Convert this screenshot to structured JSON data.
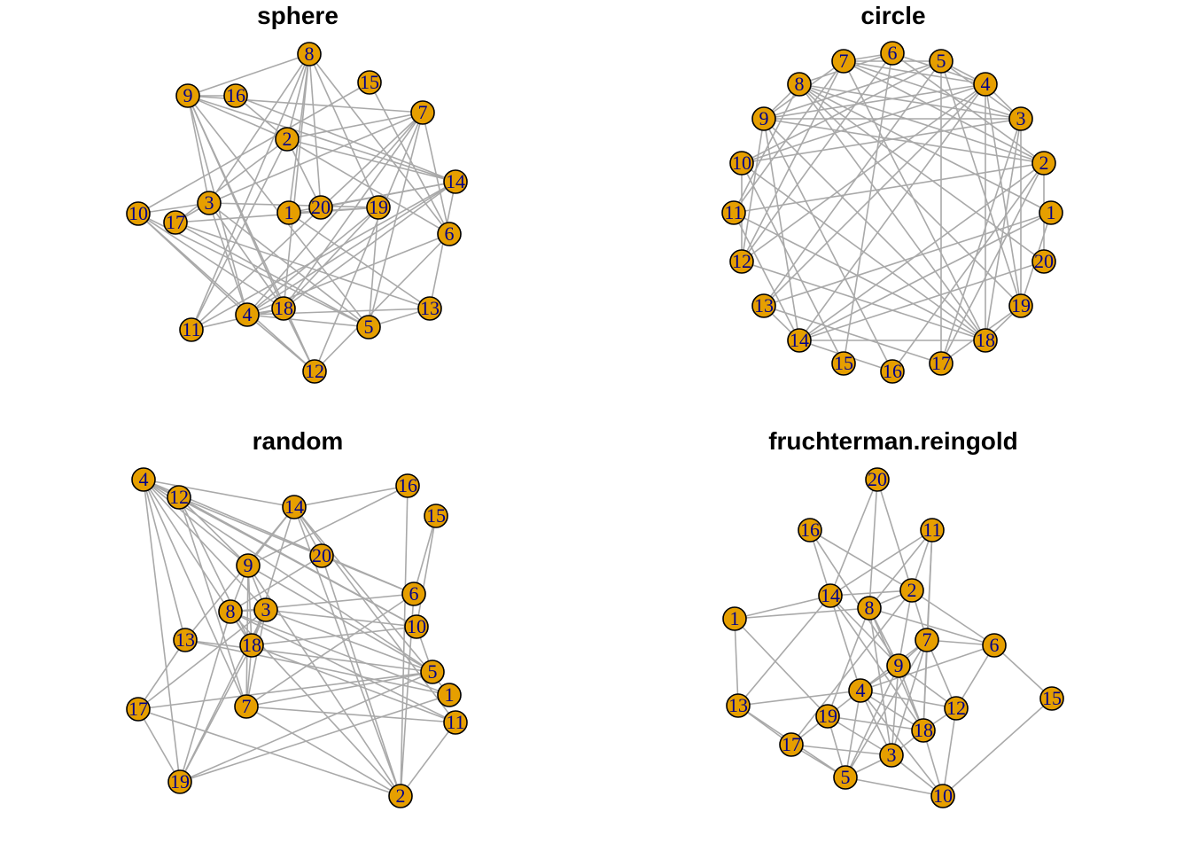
{
  "colors": {
    "node_fill": "#E69F00",
    "node_border": "#000000",
    "label": "#00008B",
    "edge": "#A9A9A9"
  },
  "nodes": [
    "1",
    "2",
    "3",
    "4",
    "5",
    "6",
    "7",
    "8",
    "9",
    "10",
    "11",
    "12",
    "13",
    "14",
    "15",
    "16",
    "17",
    "18",
    "19",
    "20"
  ],
  "edges": [
    [
      20,
      14
    ],
    [
      20,
      8
    ],
    [
      20,
      2
    ],
    [
      16,
      14
    ],
    [
      16,
      2
    ],
    [
      16,
      9
    ],
    [
      11,
      14
    ],
    [
      11,
      8
    ],
    [
      11,
      2
    ],
    [
      11,
      7
    ],
    [
      11,
      18
    ],
    [
      14,
      1
    ],
    [
      14,
      2
    ],
    [
      14,
      13
    ],
    [
      14,
      4
    ],
    [
      14,
      9
    ],
    [
      14,
      18
    ],
    [
      2,
      8
    ],
    [
      2,
      6
    ],
    [
      2,
      7
    ],
    [
      2,
      9
    ],
    [
      2,
      17
    ],
    [
      1,
      8
    ],
    [
      1,
      13
    ],
    [
      1,
      19
    ],
    [
      8,
      6
    ],
    [
      8,
      9
    ],
    [
      8,
      18
    ],
    [
      8,
      3
    ],
    [
      8,
      19
    ],
    [
      7,
      6
    ],
    [
      7,
      9
    ],
    [
      7,
      4
    ],
    [
      7,
      12
    ],
    [
      7,
      18
    ],
    [
      7,
      3
    ],
    [
      7,
      5
    ],
    [
      6,
      4
    ],
    [
      6,
      12
    ],
    [
      6,
      15
    ],
    [
      9,
      4
    ],
    [
      9,
      5
    ],
    [
      9,
      3
    ],
    [
      9,
      18
    ],
    [
      9,
      12
    ],
    [
      4,
      13
    ],
    [
      4,
      19
    ],
    [
      4,
      12
    ],
    [
      4,
      18
    ],
    [
      4,
      5
    ],
    [
      4,
      3
    ],
    [
      4,
      10
    ],
    [
      13,
      17
    ],
    [
      13,
      5
    ],
    [
      19,
      17
    ],
    [
      19,
      18
    ],
    [
      19,
      5
    ],
    [
      19,
      3
    ],
    [
      17,
      3
    ],
    [
      17,
      5
    ],
    [
      5,
      3
    ],
    [
      5,
      10
    ],
    [
      3,
      18
    ],
    [
      3,
      10
    ],
    [
      18,
      12
    ],
    [
      18,
      10
    ],
    [
      12,
      10
    ],
    [
      15,
      10
    ]
  ],
  "panels": [
    {
      "title": "sphere"
    },
    {
      "title": "circle"
    },
    {
      "title": "random"
    },
    {
      "title": "fruchterman.reingold"
    }
  ]
}
